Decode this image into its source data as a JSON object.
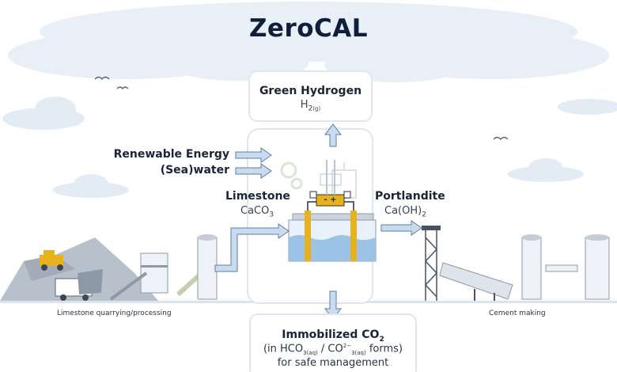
{
  "title": "ZeroCAL",
  "output_top": {
    "label": "Green Hydrogen",
    "formula": "H",
    "formula_sub": "2",
    "formula_state": "(g)"
  },
  "inputs": [
    {
      "label": "Renewable Energy"
    },
    {
      "label": "(Sea)water"
    }
  ],
  "left_input": {
    "label": "Limestone",
    "formula": "CaCO",
    "formula_sub": "3"
  },
  "right_output": {
    "label": "Portlandite",
    "formula": "Ca(OH)",
    "formula_sub": "2"
  },
  "cell": {
    "terminal_label": "- +"
  },
  "output_bottom": {
    "label": "Immobilized CO",
    "label_sub": "2",
    "line2_start": "(in HCO",
    "line2_sub1": "3(aq)",
    "line2_mid": " / CO",
    "line2_sup": "2−",
    "line2_sub2": "3(aq)",
    "line2_end": " forms)",
    "line3": "for safe management"
  },
  "captions": {
    "left": "Limestone quarrying/processing",
    "right": "Cement making"
  },
  "colors": {
    "arrow": "#c9dbef",
    "arrow_stroke": "#5b7fa8",
    "box_stroke": "#dfe6ef",
    "electrode": "#e8b21f",
    "tank": "#9cc2e6",
    "cloud": "#e6eef7",
    "ground": "#e8eef5",
    "industry": "#b9c3cf"
  }
}
